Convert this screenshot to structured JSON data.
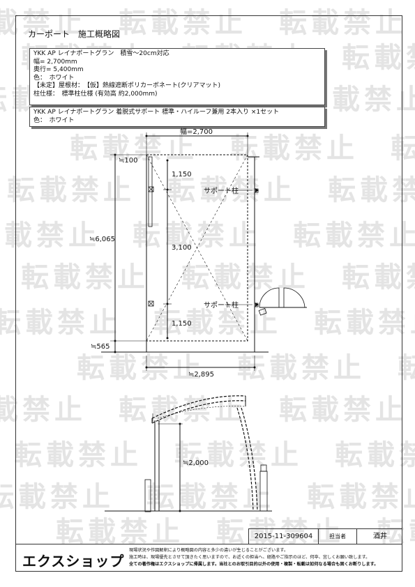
{
  "title": "カーポート　施工概略図",
  "spec_main": {
    "line1": "YKK AP レイナポートグラン　積雪～20cm対応",
    "line2": "幅= 2,700mm",
    "line3": "奥行= 5,400mm",
    "line4": "色：　ホワイト",
    "line5": "【未定】屋根材：　【仮】熱線遮断ポリカーボネート(クリアマット)",
    "line6": "柱仕様：　標準柱仕様 (有効高 約2,000mm)"
  },
  "spec_support": {
    "line1": "YKK AP レイナポートグラン 着脱式サポート 標準・ハイルーフ兼用 2本入り ×1セット",
    "line2": "色：　ホワイト"
  },
  "dimensions": {
    "width_top": "幅=2,700",
    "offset_100": "≒100",
    "depth_total": "≒6,065",
    "offset_565": "≒565",
    "span_1150_top": "1,150",
    "span_3100": "3,100",
    "span_1150_bottom": "1,150",
    "width_bottom": "≒2,895",
    "height": "≒2,000"
  },
  "labels": {
    "support_top": "サポート柱",
    "support_bottom": "サポート柱"
  },
  "watermark": "転載禁止",
  "footer": {
    "doc_number": "2015-11-309604",
    "person_label": "担当者",
    "person_name": "酒井",
    "logo": "エクスショップ",
    "note1": "現場状況や作図解釈により概略図の内容と多少の違いが生じることがございます。",
    "note2": "施工時は、現場優先とさせて頂きたく思いますので、お近くの担当へ、経路やご指示のほど、何卒、宜しくお願い致します。",
    "note3": "全ての著作権はエクスショップに帰属します。当社とのお取引目的以外の使用・複製・転載は如何なる場合も固くお断りします。"
  }
}
